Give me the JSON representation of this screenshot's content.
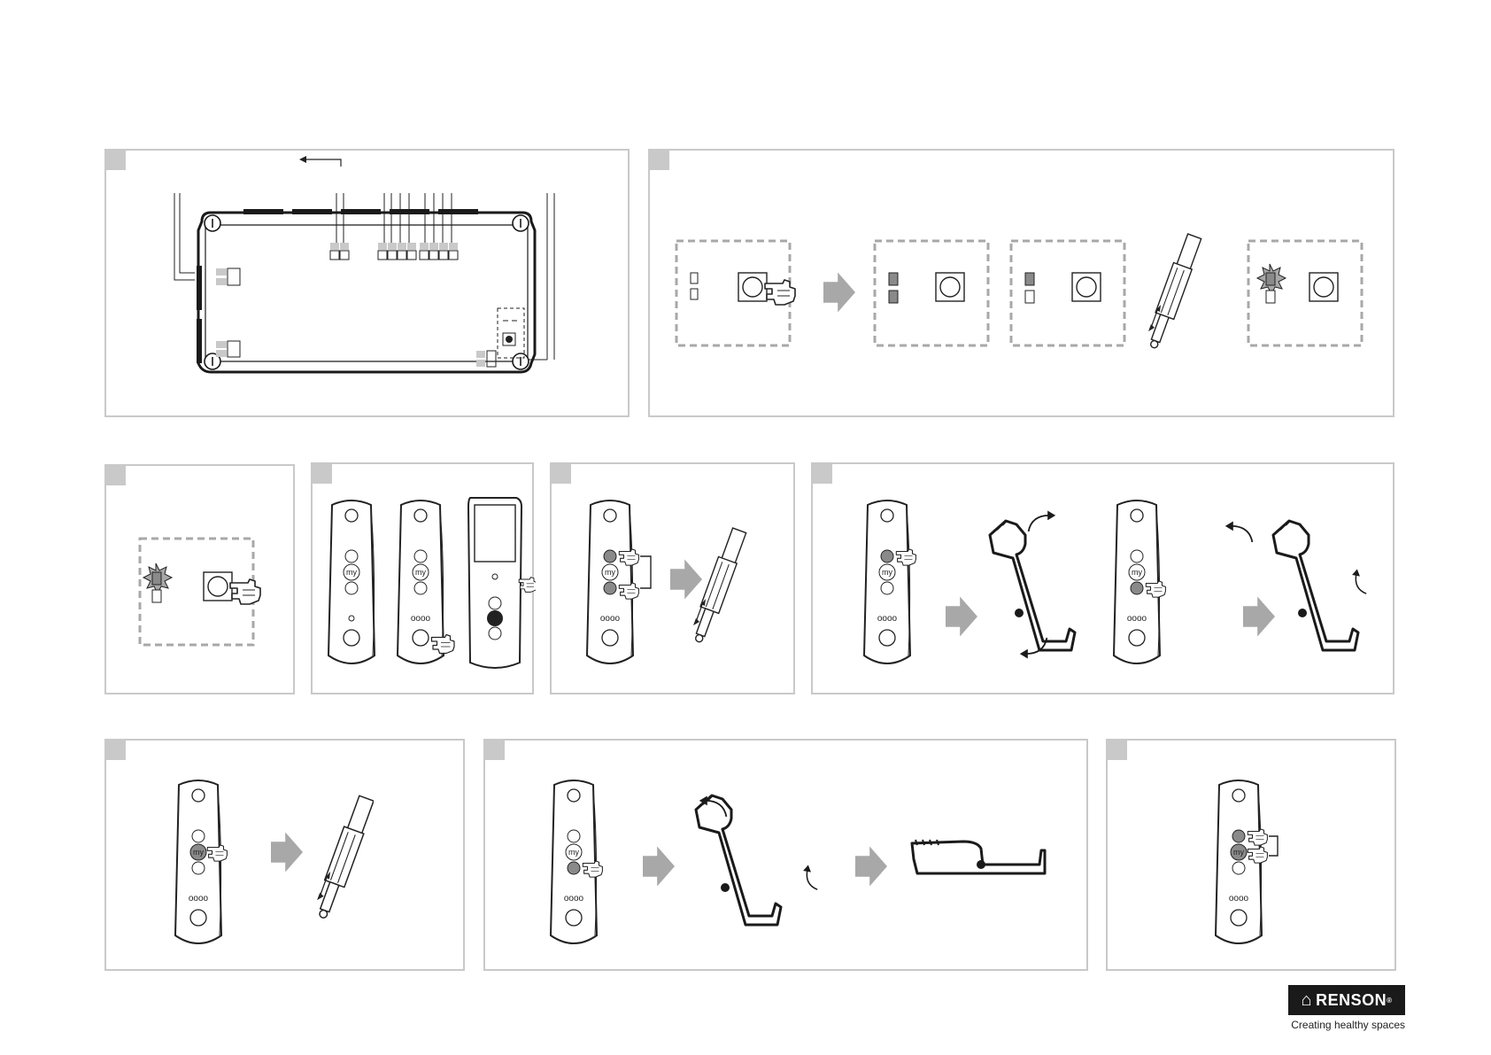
{
  "steps": [
    {
      "id": "wiring",
      "number": ""
    },
    {
      "id": "programming",
      "number": ""
    },
    {
      "id": "press-prog",
      "number": ""
    },
    {
      "id": "remotes",
      "number": ""
    },
    {
      "id": "up-down",
      "number": ""
    },
    {
      "id": "direction",
      "number": ""
    },
    {
      "id": "my-press",
      "number": ""
    },
    {
      "id": "down-limit",
      "number": ""
    },
    {
      "id": "up-my",
      "number": ""
    }
  ],
  "remote": {
    "my_label": "my",
    "channel_dots": "oooo"
  },
  "brand": {
    "logo_text": "RENSON",
    "registered": "®",
    "tagline": "Creating healthy spaces"
  },
  "colors": {
    "panel_border": "#c9c9c9",
    "arrow_gray": "#a8a8a8",
    "pressed_button": "#8a8a8a",
    "line": "#1a1a1a"
  }
}
